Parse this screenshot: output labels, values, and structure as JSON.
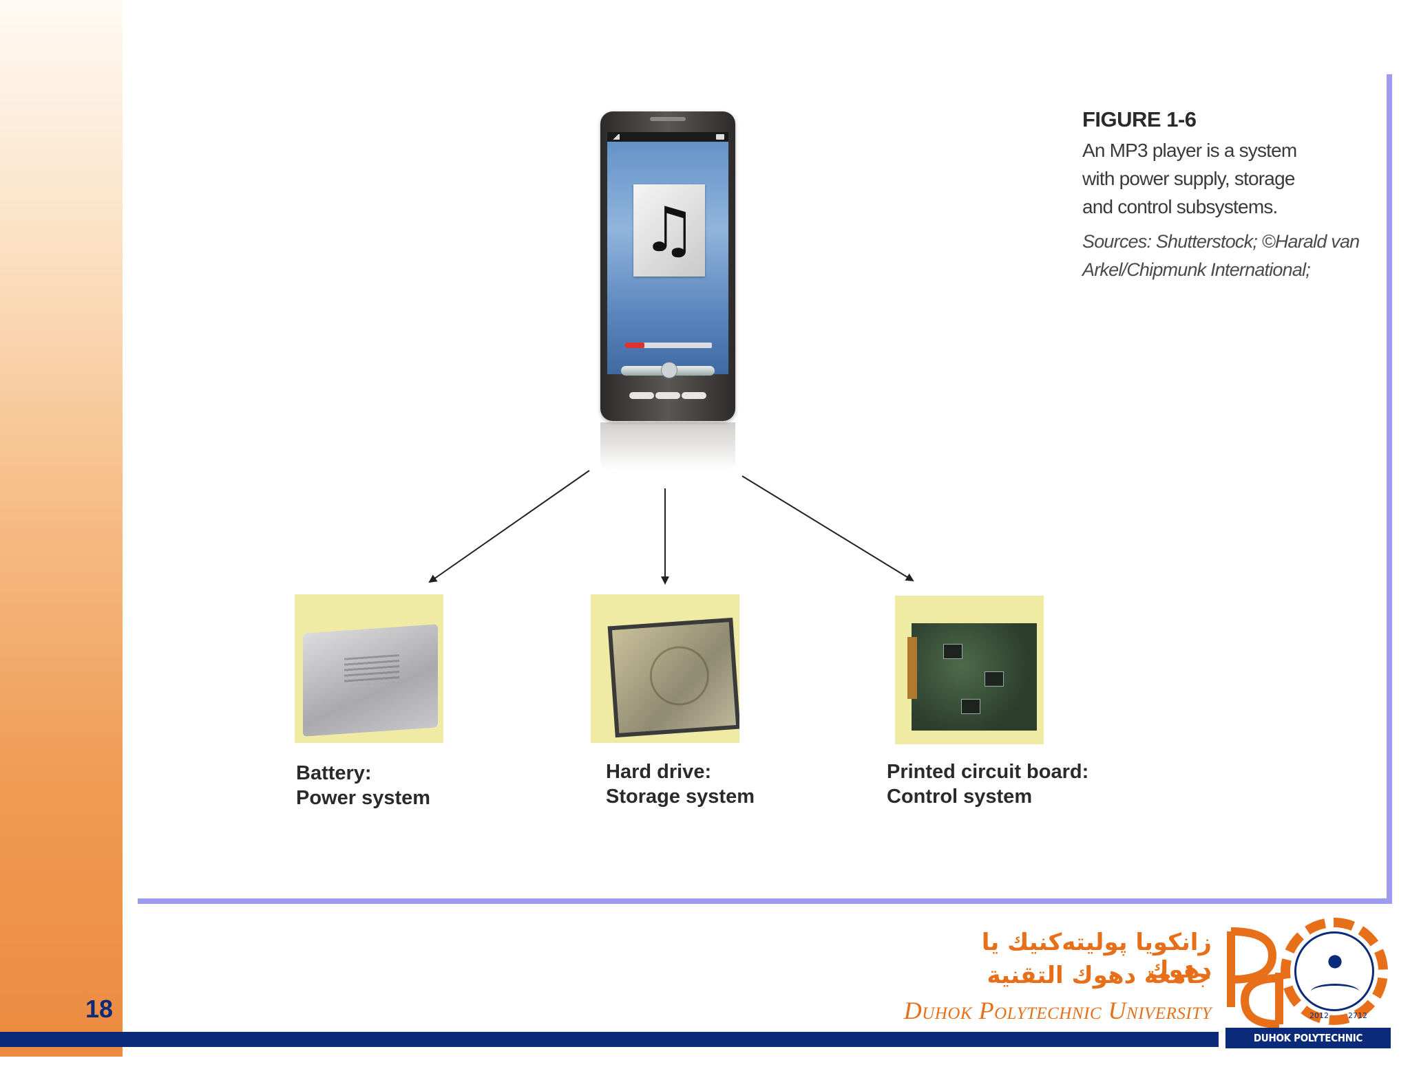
{
  "slide": {
    "page_number": "18",
    "colors": {
      "accent_orange": "#e86f1a",
      "navy": "#0c2a7a",
      "frame_lavender": "#9c9cf0"
    }
  },
  "figure": {
    "title": "FIGURE 1-6",
    "description_lines": [
      "An MP3 player is a system",
      "with power supply, storage",
      "and control subsystems."
    ],
    "sources_lines": [
      "Sources: Shutterstock; ©Harald van",
      "Arkel/Chipmunk International;"
    ],
    "device": {
      "icon": "music-note-icon",
      "glyph": "♫",
      "playback_progress": 0.22
    },
    "components": [
      {
        "id": "battery",
        "title": "Battery:",
        "subtitle": "Power system"
      },
      {
        "id": "hard-drive",
        "title": "Hard drive:",
        "subtitle": "Storage system"
      },
      {
        "id": "pcb",
        "title": "Printed circuit board:",
        "subtitle": "Control system"
      }
    ]
  },
  "footer": {
    "arabic_line_1": "زانكويا پوليتەكنيك يا دهوك",
    "arabic_line_2": "جامعة دهوك التقنية",
    "english_name": "Duhok Polytechnic University",
    "logo_banner": "DUHOK POLYTECHNIC UNIVERSITY",
    "logo_year_left": "2012",
    "logo_year_right": "2712"
  }
}
